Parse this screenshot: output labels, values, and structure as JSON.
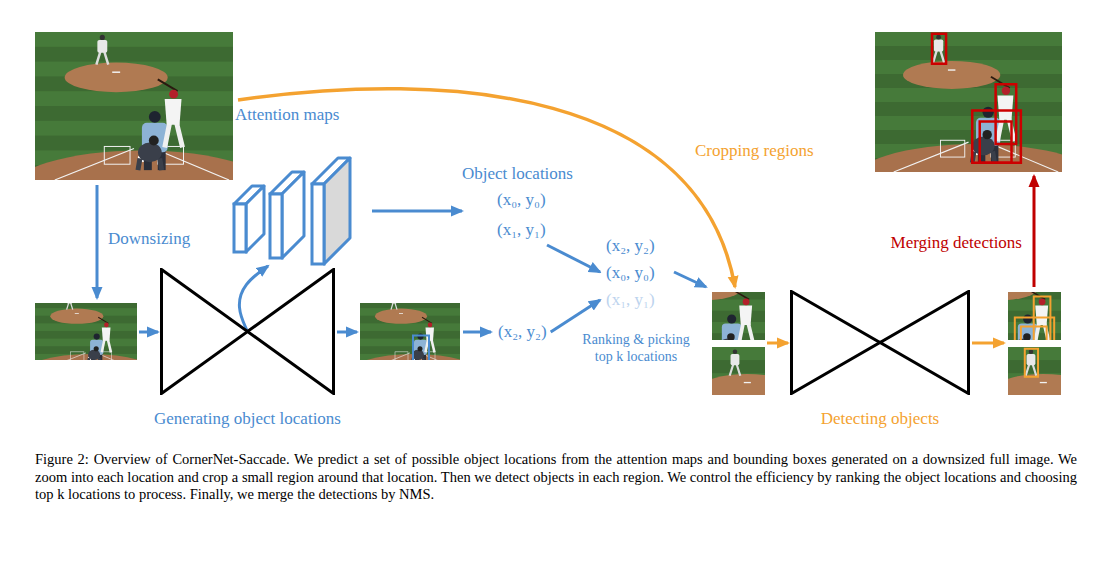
{
  "diagram": {
    "caption": "Figure 2: Overview of CornerNet-Saccade. We predict a set of possible object locations from the attention maps and bounding boxes generated on a downsized full image. We zoom into each location and crop a small region around that location. Then we detect objects in each region. We control the efficiency by ranking the object locations and choosing top k locations to process. Finally, we merge the detections by NMS.",
    "nodes": [
      {
        "text": [
          "Attention maps"
        ]
      },
      {
        "text": [
          "Object locations",
          "(x₀, y₀)",
          "(x₁, y₁)"
        ]
      },
      {
        "text": [
          "Generating object locations"
        ]
      },
      {
        "text": [
          "(x₂, y₂)"
        ]
      },
      {
        "text": [
          "(x₂, y₂)",
          "(x₀, y₀)",
          "(x₁, y₁)"
        ]
      },
      {
        "text": [
          "Detecting objects"
        ]
      }
    ],
    "edges": [
      {
        "from": 0,
        "to": 1,
        "arrow": "to"
      },
      {
        "from": 2,
        "to": 0,
        "arrow": "to"
      },
      {
        "from": 1,
        "to": 4,
        "arrow": "to"
      },
      {
        "from": 3,
        "to": 4,
        "arrow": "to"
      }
    ],
    "labels": [
      "Downsizing",
      "Cropping regions",
      "Ranking & picking top k locations",
      "Merging detections"
    ]
  }
}
